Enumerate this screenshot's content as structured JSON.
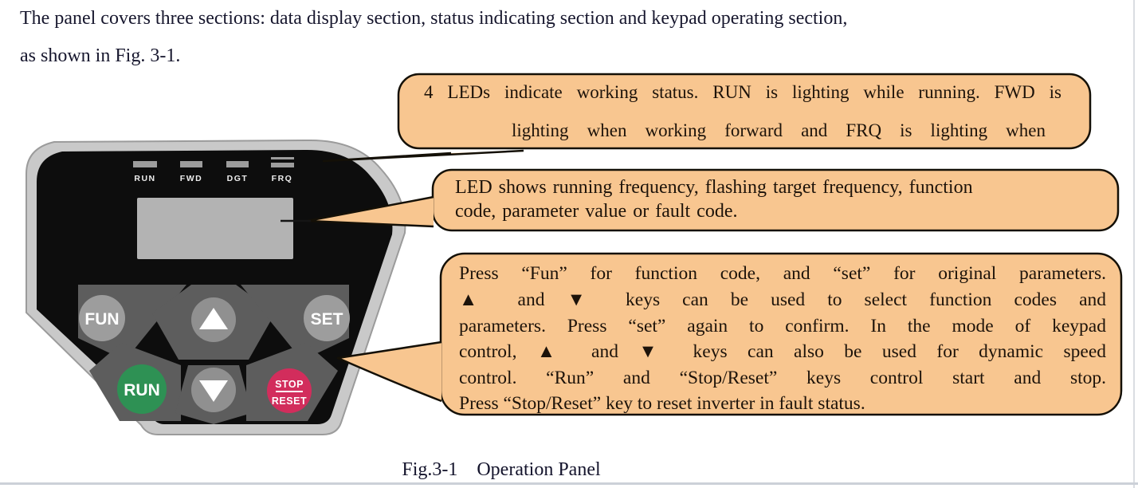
{
  "page": {
    "intro": {
      "line1": "The panel covers three sections: data display section, status indicating section and keypad operating section,",
      "line2": "as shown in Fig. 3-1."
    },
    "figure_caption": "Fig.3-1    Operation Panel"
  },
  "callouts": {
    "led_status": {
      "lines": [
        "4 LEDs indicate working status. RUN is lighting while running. FWD is",
        "lighting when working forward and FRQ is lighting when"
      ]
    },
    "led_display": {
      "lines": [
        "LED shows running frequency, flashing target frequency, function",
        "code, parameter value or fault code."
      ]
    },
    "keypad": {
      "lines": [
        "Press “Fun” for function code, and “set” for original parameters.",
        "▲ and ▼ keys can be used to select function codes and",
        "parameters. Press “set” again to confirm. In the mode of keypad",
        "control,  ▲ and ▼ keys can also be used for dynamic speed",
        "control.  “Run”  and  “Stop/Reset”  keys  control  start  and  stop.",
        "Press “Stop/Reset” key to reset inverter in fault status."
      ]
    }
  },
  "panel": {
    "led_labels": [
      "RUN",
      "FWD",
      "DGT",
      "FRQ"
    ],
    "keys": {
      "fun": "FUN",
      "set": "SET",
      "run": "RUN",
      "stop_line1": "STOP",
      "stop_line2": "RESET"
    },
    "colors": {
      "callout_fill": "#f8c690",
      "run_key": "#2e9154",
      "stop_key": "#d22d5c"
    }
  }
}
